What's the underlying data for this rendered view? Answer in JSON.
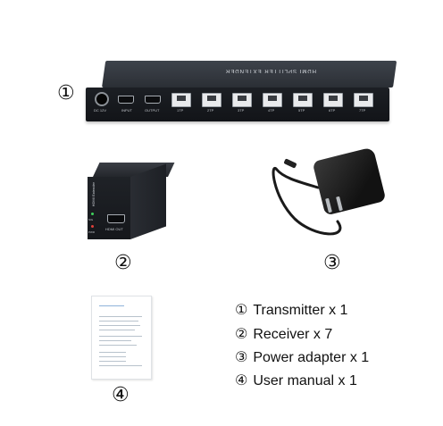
{
  "markers": {
    "transmitter": "①",
    "receiver": "②",
    "power_adapter": "③",
    "user_manual": "④"
  },
  "transmitter": {
    "top_label": "HDMI SPLITTER EXTENDER",
    "dc_label": "DC 12V",
    "input_label": "INPUT",
    "output_label": "OUTPUT",
    "port_labels": [
      "1TP",
      "2TP",
      "3TP",
      "4TP",
      "5TP",
      "6TP",
      "7TP"
    ]
  },
  "receiver": {
    "side_label": "HDMI Extender",
    "led_top_label": "SIG",
    "led_bottom_label": "PWR",
    "port_label": "HDMI OUT"
  },
  "legend": [
    {
      "marker": "①",
      "text": "Transmitter x 1"
    },
    {
      "marker": "②",
      "text": "Receiver x 7"
    },
    {
      "marker": "③",
      "text": "Power adapter x 1"
    },
    {
      "marker": "④",
      "text": "User manual x 1"
    }
  ],
  "colors": {
    "device_body": "#1c1f24",
    "device_top": "#3e434b",
    "led_green": "#3fd35c",
    "led_red": "#e0403a",
    "background": "#ffffff"
  }
}
